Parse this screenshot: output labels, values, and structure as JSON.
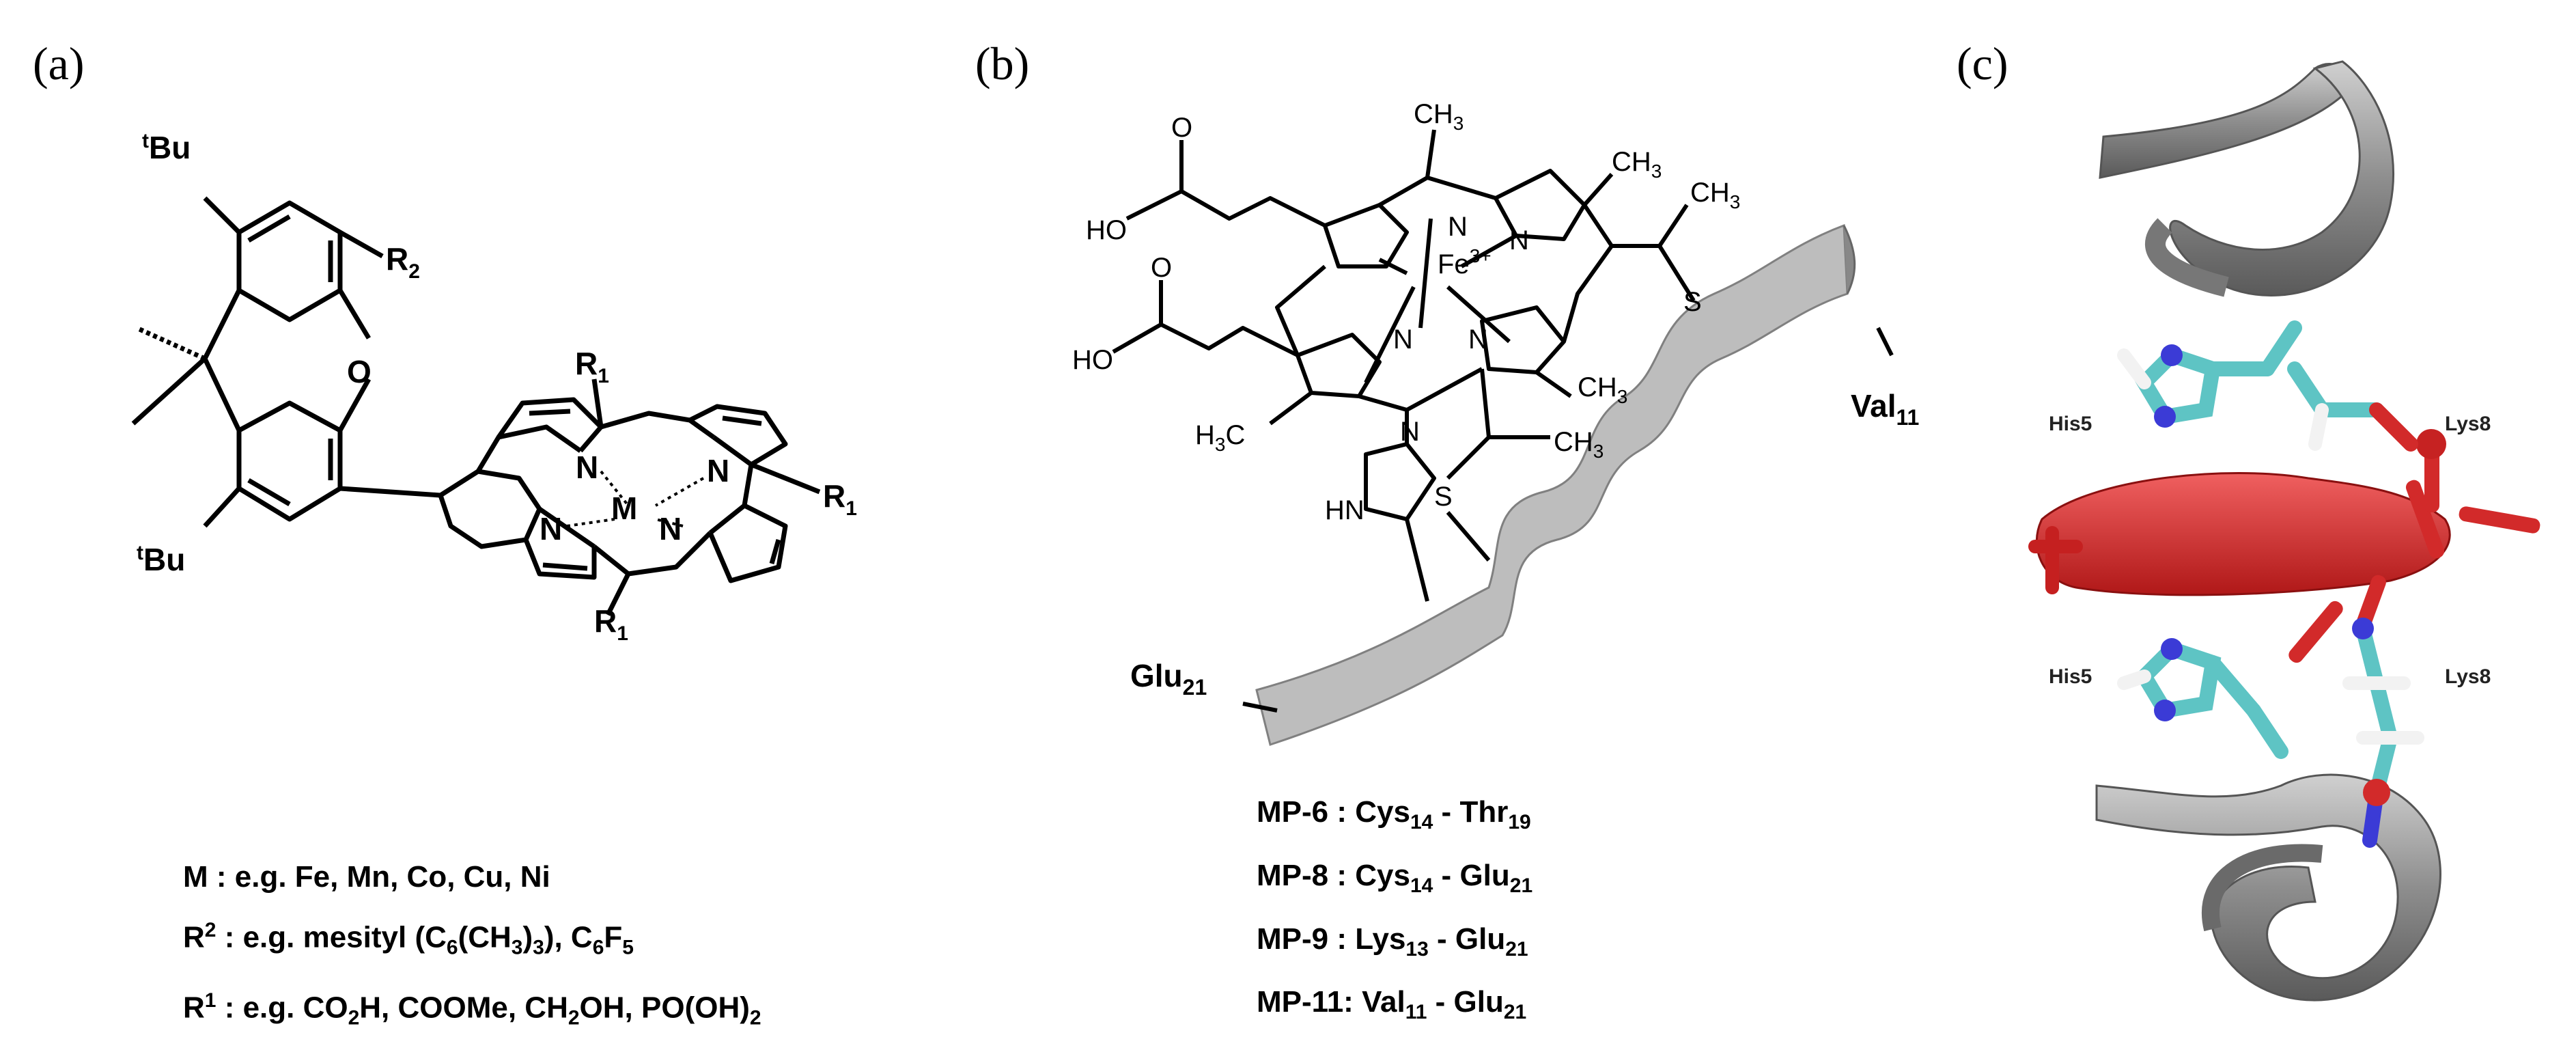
{
  "panels": {
    "a": {
      "label": "(a)",
      "atoms": {
        "tbu_top": "Bu",
        "tbu_bottom": "Bu",
        "tbu_sup": "t",
        "r2": "R",
        "r2_sub": "2",
        "o": "O",
        "n1": "N",
        "n2": "N",
        "n3": "N",
        "n4": "N",
        "m": "M",
        "r1": "R",
        "r1_sub": "1"
      },
      "legend": [
        {
          "key": "M",
          "sup": "",
          "text": " : e.g. Fe, Mn, Co, Cu, Ni"
        },
        {
          "key": "R",
          "sup": "2",
          "text": " : e.g. mesityl (C",
          "sub1": "6",
          "mid1": "(CH",
          "sub2": "3",
          "mid2": ")",
          "sub3": "3",
          "mid3": "), C",
          "sub4": "6",
          "mid4": "F",
          "sub5": "5"
        },
        {
          "key": "R",
          "sup": "1",
          "text": " : e.g. CO",
          "sub1": "2",
          "mid1": "H, COOMe, CH",
          "sub2": "2",
          "mid2": "OH, PO(OH)",
          "sub3": "2"
        }
      ]
    },
    "b": {
      "label": "(b)",
      "atoms": {
        "ho1": "HO",
        "ho2": "HO",
        "o1": "O",
        "o2": "O",
        "ch3": "CH",
        "ch3_sub": "3",
        "h3c": "H",
        "h3c_sub": "3",
        "h3c_c": "C",
        "n": "N",
        "fe": "Fe",
        "fe_sup": "3+",
        "s": "S",
        "hn": "HN",
        "val": "Val",
        "val_sub": "11",
        "glu": "Glu",
        "glu_sub": "21"
      },
      "legend": [
        {
          "name": "MP-6",
          "sep": " : ",
          "r1": "Cys",
          "r1_sub": "14",
          "dash": " - ",
          "r2": "Thr",
          "r2_sub": "19"
        },
        {
          "name": "MP-8",
          "sep": " : ",
          "r1": "Cys",
          "r1_sub": "14",
          "dash": " - ",
          "r2": "Glu",
          "r2_sub": "21"
        },
        {
          "name": "MP-9",
          "sep": " : ",
          "r1": "Lys",
          "r1_sub": "13",
          "dash": " - ",
          "r2": "Glu",
          "r2_sub": "21"
        },
        {
          "name": "MP-11",
          "sep": ": ",
          "r1": "Val",
          "r1_sub": "11",
          "dash": " - ",
          "r2": "Glu",
          "r2_sub": "21"
        }
      ]
    },
    "c": {
      "label": "(c)",
      "residues": {
        "his_top": "His5",
        "lys_top": "Lys8",
        "his_bottom": "His5",
        "lys_bottom": "Lys8"
      }
    }
  },
  "colors": {
    "heme": "#d8262b",
    "ribbon": "#9a9a9a",
    "carbon": "#5ec4c4",
    "nitrogen": "#3b3bd6",
    "hydrogen": "#f2f2f2"
  }
}
